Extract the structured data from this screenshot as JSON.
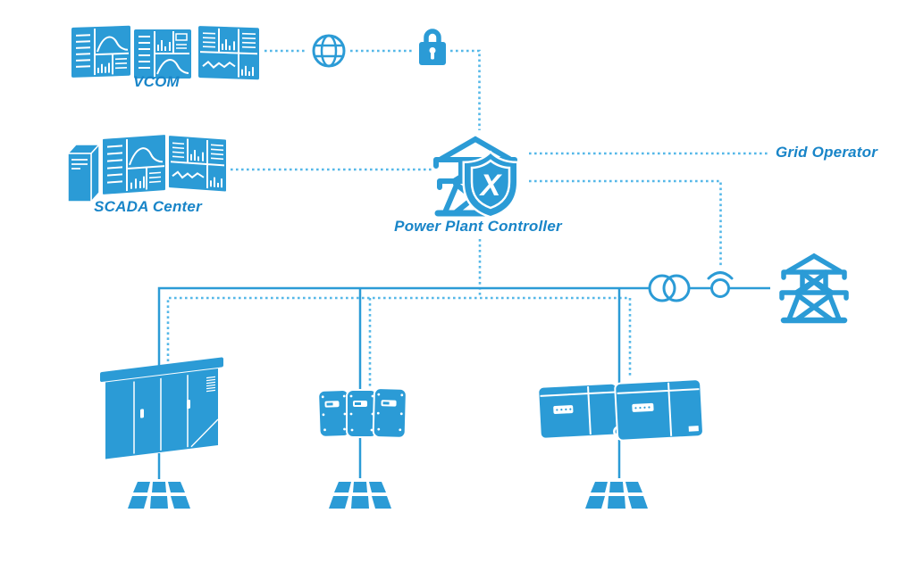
{
  "diagram": {
    "type": "system-architecture",
    "background": "#FFFFFF",
    "colors": {
      "icon_blue": "#2B9BD6",
      "solid_line": "#2B9BD6",
      "dotted_line": "#55B8E8",
      "label_text": "#1985C8",
      "icon_detail": "#FFFFFF"
    },
    "nodes": {
      "vcom": {
        "label": "VCOM",
        "icon": "monitoring-screens-icon"
      },
      "scada": {
        "label": "SCADA Center",
        "icon": "server-and-screens-icon"
      },
      "internet": {
        "icon": "globe-icon"
      },
      "security": {
        "icon": "padlock-icon"
      },
      "ppc": {
        "label": "Power Plant Controller",
        "shield_letter": "X",
        "icon": "pylon-shield-icon"
      },
      "grid_operator": {
        "label": "Grid Operator"
      },
      "transformer": {
        "icon": "transformer-icon"
      },
      "grid_connection_point": {
        "icon": "breaker-signal-icon"
      },
      "utility_grid": {
        "icon": "transmission-tower-icon"
      },
      "central_inverter_station": {
        "icon": "inverter-cabinet-icon"
      },
      "string_inverters": {
        "icon": "string-inverters-icon"
      },
      "wall_inverters": {
        "icon": "wall-inverter-units-icon"
      },
      "solar_array_left": {
        "icon": "solar-panel-icon"
      },
      "solar_array_center": {
        "icon": "solar-panel-icon"
      },
      "solar_array_right": {
        "icon": "solar-panel-icon"
      }
    },
    "connections": [
      {
        "from": "vcom",
        "to": "internet",
        "style": "dotted"
      },
      {
        "from": "internet",
        "to": "security",
        "style": "dotted"
      },
      {
        "from": "security",
        "to": "ppc",
        "style": "dotted"
      },
      {
        "from": "scada",
        "to": "ppc",
        "style": "dotted"
      },
      {
        "from": "ppc",
        "to": "grid_operator",
        "style": "dotted"
      },
      {
        "from": "ppc",
        "to": "grid_connection_point",
        "style": "dotted"
      },
      {
        "from": "ppc",
        "to": "central_inverter_station",
        "style": "dotted"
      },
      {
        "from": "ppc",
        "to": "string_inverters",
        "style": "dotted"
      },
      {
        "from": "ppc",
        "to": "wall_inverters",
        "style": "dotted"
      },
      {
        "from": "central_inverter_station",
        "to": "transformer",
        "style": "solid"
      },
      {
        "from": "string_inverters",
        "to": "transformer",
        "style": "solid"
      },
      {
        "from": "wall_inverters",
        "to": "transformer",
        "style": "solid"
      },
      {
        "from": "transformer",
        "to": "grid_connection_point",
        "style": "solid"
      },
      {
        "from": "grid_connection_point",
        "to": "utility_grid",
        "style": "solid"
      },
      {
        "from": "solar_array_left",
        "to": "central_inverter_station",
        "style": "solid"
      },
      {
        "from": "solar_array_center",
        "to": "string_inverters",
        "style": "solid"
      },
      {
        "from": "solar_array_right",
        "to": "wall_inverters",
        "style": "solid"
      }
    ]
  }
}
